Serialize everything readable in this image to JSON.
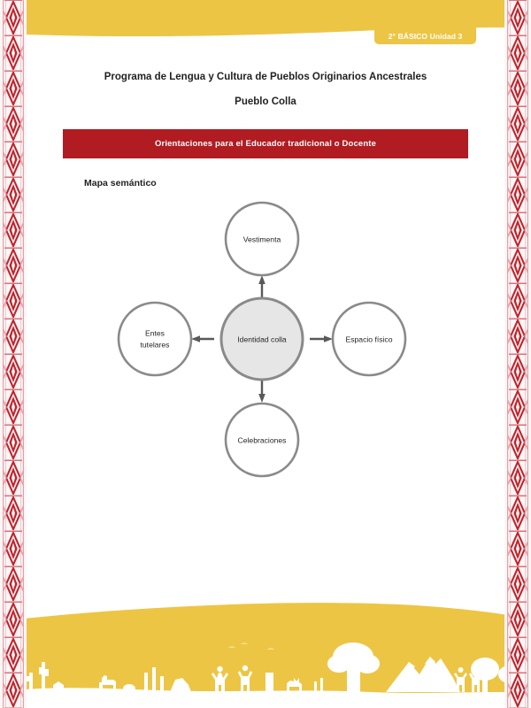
{
  "header": {
    "unit_badge": "2° BÁSICO Unidad 3",
    "title_line1": "Programa de Lengua y Cultura de Pueblos Originarios Ancestrales",
    "title_line2": "Pueblo Colla",
    "banner": "Orientaciones para el Educador tradicional o Docente"
  },
  "section": {
    "heading": "Mapa semántico"
  },
  "diagram": {
    "center": {
      "label": "Identidad colla"
    },
    "nodes": [
      {
        "label": "Vestimenta",
        "position": "top"
      },
      {
        "label": "Espacio físico",
        "position": "right"
      },
      {
        "label": "Celebraciones",
        "position": "bottom"
      },
      {
        "label_line1": "Entes",
        "label_line2": "tutelares",
        "position": "left"
      }
    ]
  },
  "colors": {
    "gold": "#edc545",
    "red": "#b01c22",
    "pattern_red": "#c0232c",
    "pattern_pink": "#e4a0a8",
    "node_stroke": "#8a8a8a",
    "center_fill": "#e6e6e6",
    "text": "#231f20"
  }
}
